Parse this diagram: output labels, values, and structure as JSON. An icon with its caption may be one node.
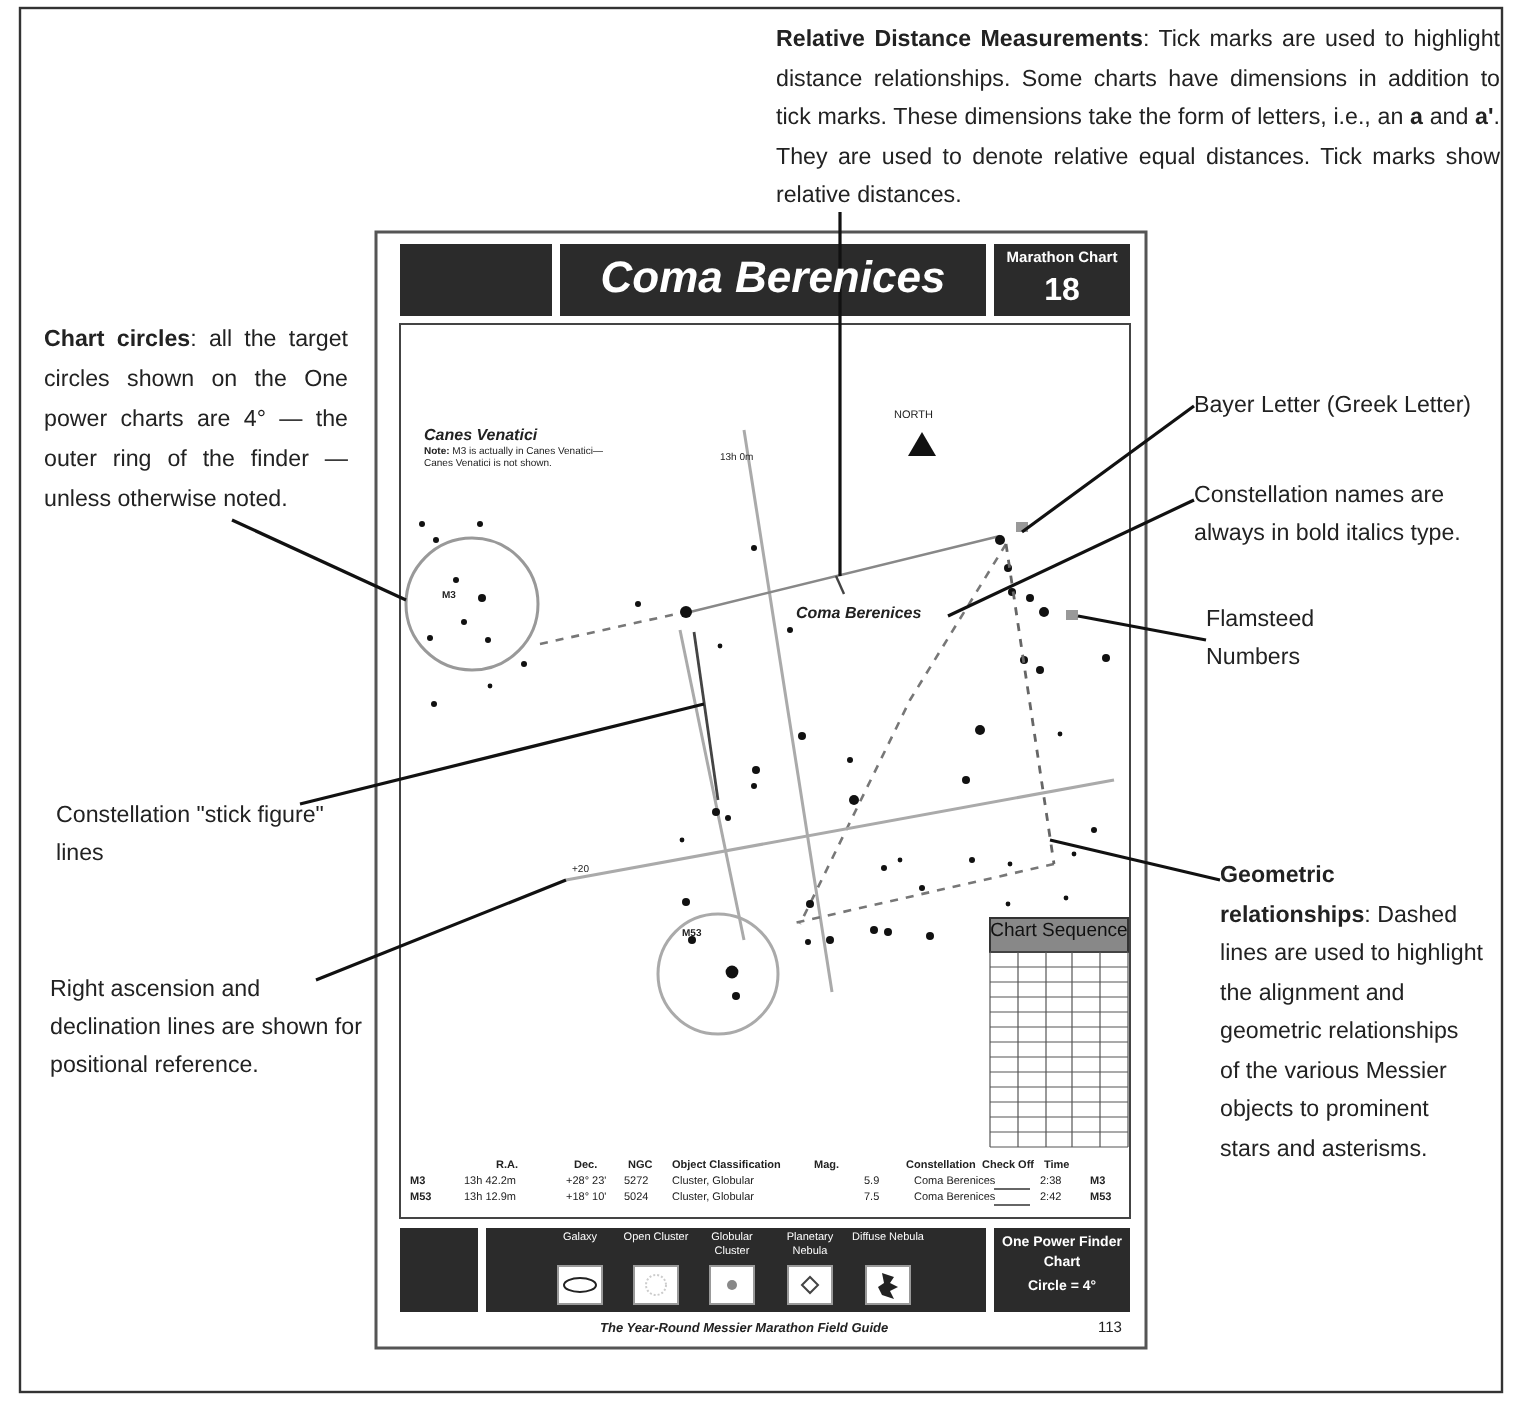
{
  "diagram": {
    "nodes": [
      {
        "text": [
          "**Relative Distance Measurements**: Tick marks are used to highlight distance relationships. Some charts have dimensions in addition to tick marks. These dimensions take the form of letters, i.e., an **a** and **a'**. They are used to denote relative equal distances. Tick marks show relative distances."
        ]
      },
      {
        "text": [
          "**Chart circles**: all the target circles shown on the One power charts are 4° — the outer ring of the finder — unless otherwise noted."
        ]
      },
      {
        "text": [
          "Bayer Letter (Greek Letter)"
        ]
      },
      {
        "text": [
          "Constellation names are always in bold italics type."
        ]
      },
      {
        "text": [
          "Flamsteed Numbers"
        ]
      },
      {
        "text": [
          "Constellation \"stick figure\" lines"
        ]
      },
      {
        "text": [
          "**Geometric relationships**: Dashed lines are used to highlight the alignment and geometric relationships of the various Messier objects to prominent stars and asterisms."
        ]
      },
      {
        "text": [
          "Right ascension and declination lines are shown for positional reference."
        ]
      },
      {
        "text": [],
        "shape": "line"
      },
      {
        "text": [],
        "shape": "circle"
      },
      {
        "text": [],
        "shape": "mark"
      },
      {
        "text": [
          "Coma Berenices"
        ]
      },
      {
        "text": [],
        "shape": "mark"
      },
      {
        "text": [],
        "shape": "line"
      },
      {
        "text": [],
        "shape": "line"
      },
      {
        "text": [],
        "shape": "line"
      }
    ],
    "edges": [
      {
        "from": 0,
        "to": 8,
        "arrow": "none"
      },
      {
        "from": 1,
        "to": 9,
        "arrow": "none"
      },
      {
        "from": 2,
        "to": 10,
        "arrow": "none"
      },
      {
        "from": 3,
        "to": 11,
        "arrow": "none"
      },
      {
        "from": 4,
        "to": 12,
        "arrow": "none"
      },
      {
        "from": 5,
        "to": 13,
        "arrow": "none"
      },
      {
        "from": 6,
        "to": 14,
        "arrow": "none"
      },
      {
        "from": 7,
        "to": 15,
        "arrow": "none"
      }
    ],
    "labels": [
      "Coma Berenices",
      "Marathon Chart",
      "18",
      "NORTH",
      "Canes Venatici",
      "**Note:** M3 is actually in Canes Venatici—Canes Venatici is not shown.",
      "13h 0m",
      "M3",
      "+20",
      "M53",
      "Chart Sequence",
      "R.A.",
      "Dec.",
      "NGC",
      "Object Classification",
      "Mag.",
      "Constellation",
      "Check Off",
      "Time",
      "M3",
      "13h 42.2m",
      "+28° 23'",
      "5272",
      "Cluster, Globular",
      "5.9",
      "Coma Berenices",
      "2:38",
      "M3",
      "M53",
      "13h 12.9m",
      "+18° 10'",
      "5024",
      "Cluster, Globular",
      "7.5",
      "Coma Berenices",
      "2:42",
      "M53",
      "One Power Finder Chart",
      "Circle = 4°",
      "The Year-Round Messier Marathon Field Guide",
      "113"
    ],
    "legend": [
      {
        "text": "Galaxy"
      },
      {
        "text": "Open Cluster"
      },
      {
        "text": "Globular Cluster"
      },
      {
        "text": "Planetary Nebula"
      },
      {
        "text": "Diffuse Nebula"
      }
    ]
  }
}
